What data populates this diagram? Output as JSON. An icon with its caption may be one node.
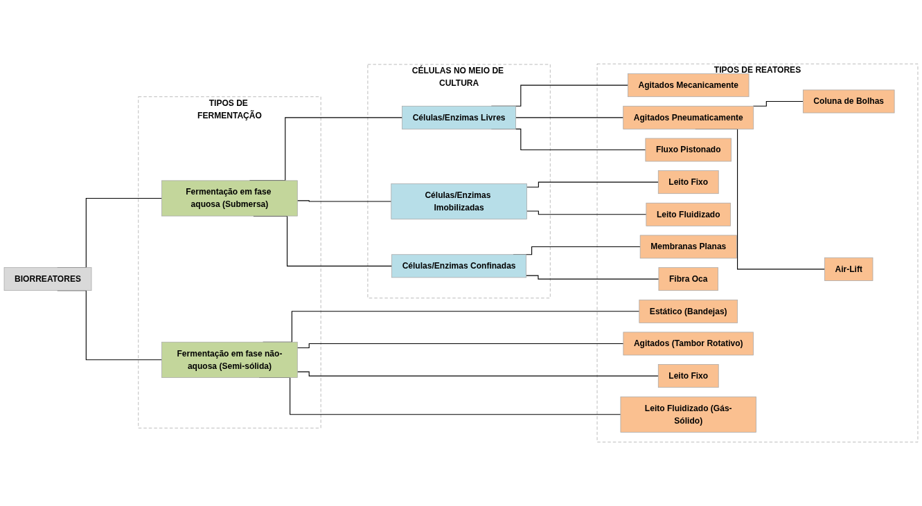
{
  "diagram": {
    "nodes": [
      {
        "text": [
          "BIORREATORES"
        ]
      },
      {
        "text": [
          "TIPOS DE FERMENTAÇÃO"
        ]
      },
      {
        "text": [
          "Fermentação em fase aquosa (Submersa)"
        ],
        "in": 1
      },
      {
        "text": [
          "Fermentação em fase não-aquosa (Semi-sólida)"
        ],
        "in": 1
      },
      {
        "text": [
          "CÉLULAS NO MEIO DE CULTURA"
        ]
      },
      {
        "text": [
          "Células/Enzimas Livres"
        ],
        "in": 4
      },
      {
        "text": [
          "Células/Enzimas Imobilizadas"
        ],
        "in": 4
      },
      {
        "text": [
          "Células/Enzimas Confinadas"
        ],
        "in": 4
      },
      {
        "text": [
          "TIPOS DE REATORES"
        ]
      },
      {
        "text": [
          "Agitados Mecanicamente"
        ],
        "in": 8
      },
      {
        "text": [
          "Agitados Pneumaticamente"
        ],
        "in": 8
      },
      {
        "text": [
          "Coluna de Bolhas"
        ],
        "in": 8
      },
      {
        "text": [
          "Air-Lift"
        ],
        "in": 8
      },
      {
        "text": [
          "Fluxo Pistonado"
        ],
        "in": 8
      },
      {
        "text": [
          "Leito Fixo"
        ],
        "in": 8
      },
      {
        "text": [
          "Leito Fluidizado"
        ],
        "in": 8
      },
      {
        "text": [
          "Membranas Planas"
        ],
        "in": 8
      },
      {
        "text": [
          "Fibra Oca"
        ],
        "in": 8
      },
      {
        "text": [
          "Estático (Bandejas)"
        ],
        "in": 8
      },
      {
        "text": [
          "Agitados (Tambor Rotativo)"
        ],
        "in": 8
      },
      {
        "text": [
          "Leito Fixo"
        ],
        "in": 8
      },
      {
        "text": [
          "Leito Fluidizado (Gás-Sólido)"
        ],
        "in": 8
      }
    ],
    "edges": [
      {
        "from": 0,
        "to": 2,
        "arrow": "none"
      },
      {
        "from": 0,
        "to": 3,
        "arrow": "none"
      },
      {
        "from": 2,
        "to": 5,
        "arrow": "none"
      },
      {
        "from": 2,
        "to": 6,
        "arrow": "none"
      },
      {
        "from": 2,
        "to": 7,
        "arrow": "none"
      },
      {
        "from": 5,
        "to": 9,
        "arrow": "none"
      },
      {
        "from": 5,
        "to": 10,
        "arrow": "none"
      },
      {
        "from": 5,
        "to": 13,
        "arrow": "none"
      },
      {
        "from": 10,
        "to": 11,
        "arrow": "none"
      },
      {
        "from": 10,
        "to": 12,
        "arrow": "none"
      },
      {
        "from": 6,
        "to": 14,
        "arrow": "none"
      },
      {
        "from": 6,
        "to": 15,
        "arrow": "none"
      },
      {
        "from": 7,
        "to": 16,
        "arrow": "none"
      },
      {
        "from": 7,
        "to": 17,
        "arrow": "none"
      },
      {
        "from": 3,
        "to": 18,
        "arrow": "none"
      },
      {
        "from": 3,
        "to": 19,
        "arrow": "none"
      },
      {
        "from": 3,
        "to": 20,
        "arrow": "none"
      },
      {
        "from": 3,
        "to": 21,
        "arrow": "none"
      }
    ]
  }
}
